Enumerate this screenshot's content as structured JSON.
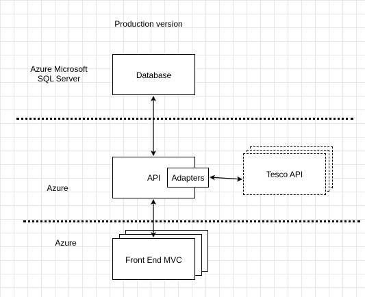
{
  "title": "Production version",
  "tiers": {
    "data": "Azure Microsoft SQL Server",
    "api": "Azure",
    "frontend": "Azure"
  },
  "nodes": {
    "database": "Database",
    "api": "API",
    "adapters": "Adapters",
    "tesco_api": "Tesco API",
    "front_end": "Front End MVC"
  },
  "colors": {
    "line": "#000000",
    "fill": "#ffffff",
    "grid": "#e6e6e6"
  }
}
